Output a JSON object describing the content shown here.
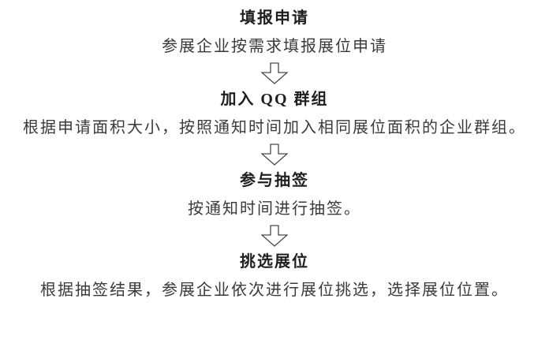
{
  "flow": {
    "steps": [
      {
        "title": "填报申请",
        "desc": "参展企业按需求填报展位申请"
      },
      {
        "title": "加入 QQ 群组",
        "desc": "根据申请面积大小，按照通知时间加入相同展位面积的企业群组。"
      },
      {
        "title": "参与抽签",
        "desc": "按通知时间进行抽签。"
      },
      {
        "title": "挑选展位",
        "desc": "根据抽签结果，参展企业依次进行展位挑选，选择展位位置。"
      }
    ],
    "colors": {
      "text": "#333333",
      "title": "#1f1f1f",
      "arrow_outline": "#4a4a4a",
      "background": "#ffffff"
    },
    "arrow_icon": "down-block-arrow"
  }
}
